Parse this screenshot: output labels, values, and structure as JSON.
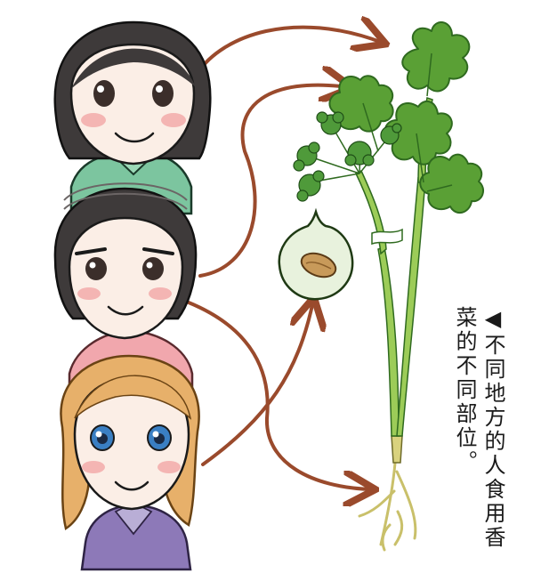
{
  "caption": {
    "line1": "◀不同地方的人食用香",
    "line2": "菜的不同部位。"
  },
  "colors": {
    "arrow": "#9a4a2c",
    "leaf": "#5aa035",
    "leaf_dark": "#2f6a1f",
    "stem": "#9ccc58",
    "flower": "#4f9a3a",
    "hair_dark": "#3e3a3a",
    "hair_blonde": "#e7b06a",
    "skin": "#fbeee6",
    "blush": "#f2a1a1",
    "shirt_green": "#7cc59f",
    "shirt_pink": "#f1a7ad",
    "shirt_purple": "#8d79b8",
    "eye_blue": "#3a7fc3"
  },
  "figures": [
    "girl-short-dark-hair",
    "girl-dark-bun-hair",
    "girl-blonde-braided-hair"
  ],
  "icons": [
    "coriander-plant",
    "coriander-seed-bubble",
    "arrow-to-leaves",
    "arrow-to-seed",
    "arrow-to-root"
  ]
}
